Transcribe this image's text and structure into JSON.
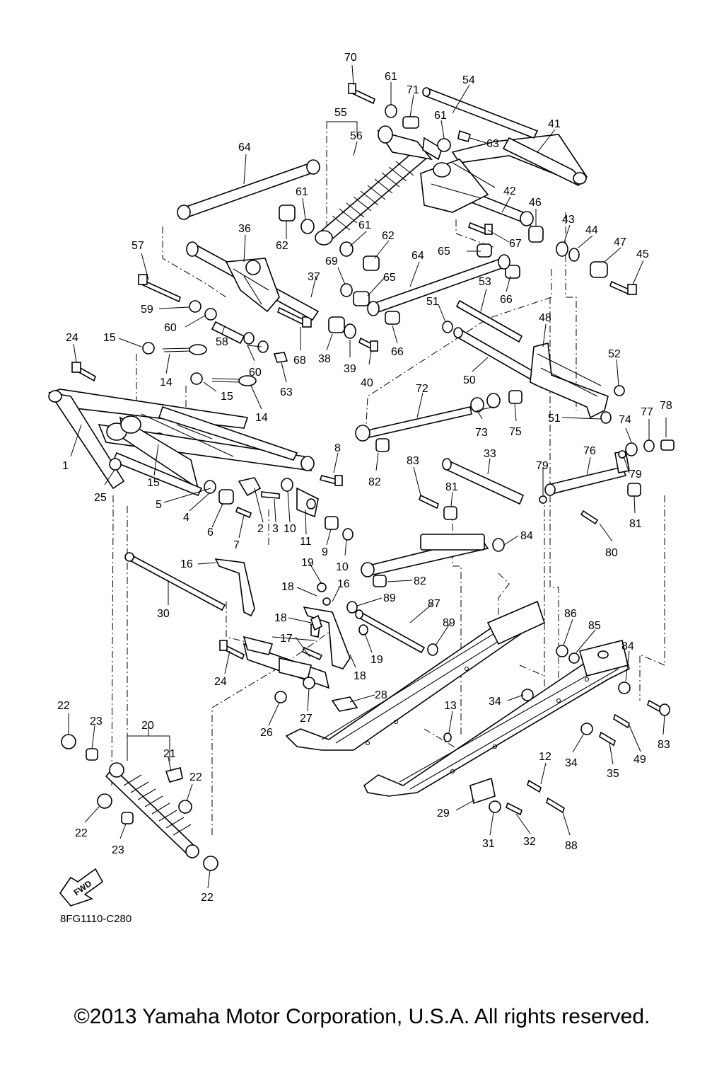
{
  "diagram": {
    "code": "8FG1110-C280",
    "fwd_label": "FWD",
    "copyright": "©2013 Yamaha Motor Corporation, U.S.A. All rights reserved."
  },
  "callouts": [
    "70",
    "61",
    "71",
    "54",
    "55",
    "56",
    "61",
    "63",
    "41",
    "64",
    "61",
    "42",
    "46",
    "43",
    "44",
    "47",
    "45",
    "36",
    "61",
    "62",
    "57",
    "62",
    "65",
    "67",
    "69",
    "37",
    "65",
    "64",
    "51",
    "53",
    "66",
    "59",
    "60",
    "58",
    "68",
    "38",
    "39",
    "40",
    "66",
    "48",
    "24",
    "15",
    "14",
    "60",
    "63",
    "52",
    "50",
    "72",
    "15",
    "14",
    "73",
    "75",
    "51",
    "74",
    "77",
    "78",
    "8",
    "76",
    "79",
    "1",
    "83",
    "33",
    "25",
    "15",
    "82",
    "81",
    "79",
    "5",
    "4",
    "6",
    "7",
    "2",
    "3",
    "10",
    "11",
    "81",
    "80",
    "84",
    "9",
    "10",
    "16",
    "19",
    "82",
    "18",
    "16",
    "89",
    "30",
    "18",
    "87",
    "89",
    "86",
    "85",
    "17",
    "19",
    "84",
    "24",
    "18",
    "28",
    "22",
    "23",
    "20",
    "21",
    "26",
    "27",
    "13",
    "34",
    "83",
    "49",
    "22",
    "12",
    "34",
    "35",
    "22",
    "29",
    "31",
    "32",
    "88",
    "23",
    "22"
  ]
}
